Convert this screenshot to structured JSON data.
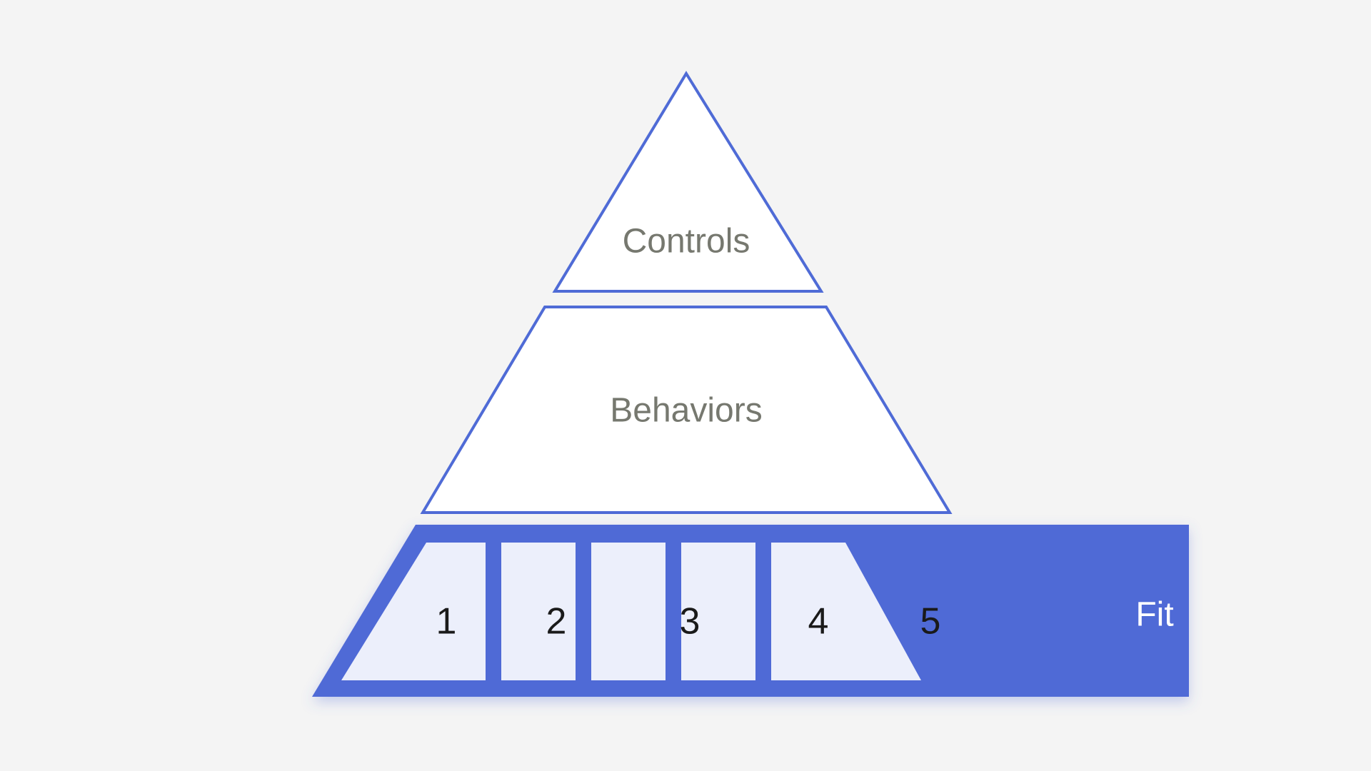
{
  "diagram": {
    "type": "pyramid",
    "background_color": "#f4f4f4",
    "accent_color": "#4f6bd6",
    "tiers": [
      {
        "id": "tier-top",
        "label": "Controls",
        "shape": "triangle",
        "fill": "#ffffff",
        "stroke": "#4f6bd6",
        "label_color": "#76786f"
      },
      {
        "id": "tier-middle",
        "label": "Behaviors",
        "shape": "trapezoid",
        "fill": "#ffffff",
        "stroke": "#4f6bd6",
        "label_color": "#76786f"
      },
      {
        "id": "tier-base",
        "label": "Fit",
        "shape": "bar",
        "fill": "#4f6bd6",
        "label_color": "#ffffff",
        "cells": [
          {
            "label": "1"
          },
          {
            "label": "2"
          },
          {
            "label": "3"
          },
          {
            "label": "4"
          },
          {
            "label": "5"
          }
        ],
        "cell_fill": "#eceffb",
        "cell_label_color": "#1a1a1a"
      }
    ]
  }
}
